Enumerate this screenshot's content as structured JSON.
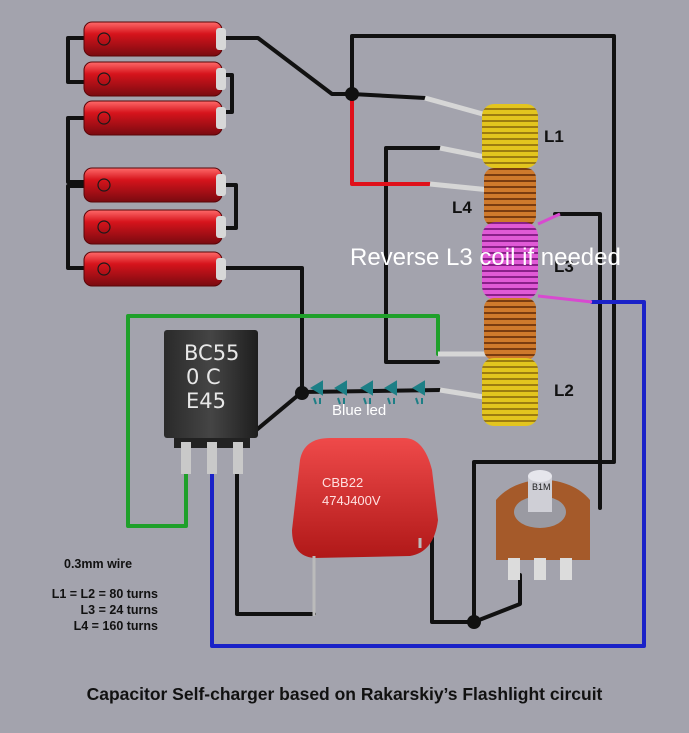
{
  "coil_labels": {
    "l1": "L1",
    "l2": "L2",
    "l3": "L3",
    "l4": "L4"
  },
  "annotation": {
    "reverse_note": "Reverse L3 coil if needed",
    "led_label": "Blue led"
  },
  "transistor": {
    "line1": "BC55",
    "line2": "0 C",
    "line3": "E45"
  },
  "capacitor": {
    "line1": "CBB22",
    "line2": "474J400V"
  },
  "potentiometer": {
    "label": "B1M"
  },
  "notes": {
    "wire": "0.3mm wire",
    "l1_l2": "L1 = L2 = 80 turns",
    "l3": "L3 = 24 turns",
    "l4": "L4 = 160 turns"
  },
  "title": "Capacitor Self-charger based on Rakarskiy’s Flashlight circuit",
  "colors": {
    "background": "#a3a3ad",
    "wire_black": "#111111",
    "wire_red": "#e0101a",
    "wire_green": "#1fa02a",
    "wire_blue": "#1a22c8",
    "coil_copper": "#c97a2a",
    "coil_gold": "#e2c21e",
    "coil_pink": "#d84ad0",
    "battery_red": "#c8141c",
    "capacitor_red": "#d62424",
    "led_teal": "#1d7f86"
  }
}
